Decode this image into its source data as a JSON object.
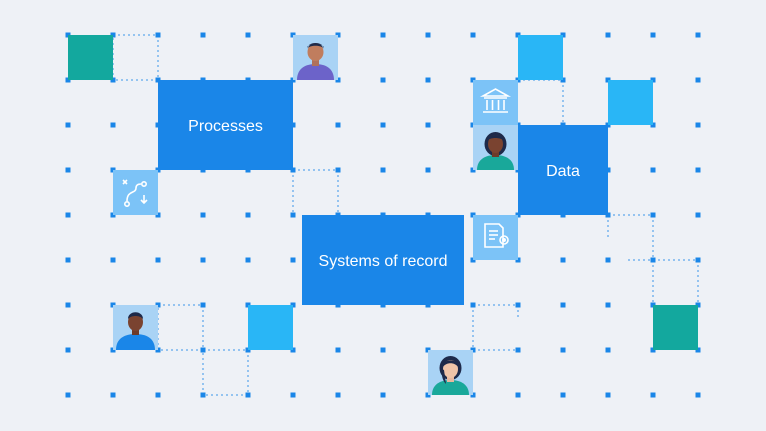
{
  "diagram": {
    "labels": {
      "processes": "Processes",
      "data": "Data",
      "systems": "Systems of record"
    },
    "icons": [
      "bank-icon",
      "flow-icon",
      "document-gear-icon"
    ],
    "colors": {
      "background": "#eef1f6",
      "grid_dot": "#1a86e8",
      "primary_box": "#1a86e8",
      "light_box": "#29b6f6",
      "teal_box": "#13a89e",
      "icon_tile": "#7cc3f7",
      "avatar_tile": "#a9d3f5"
    }
  }
}
